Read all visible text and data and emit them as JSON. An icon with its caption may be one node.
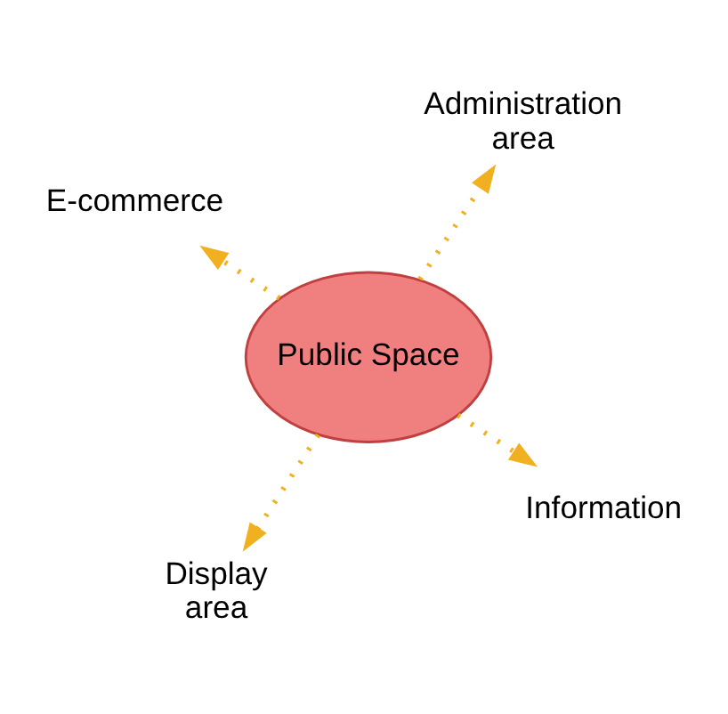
{
  "diagram": {
    "nodes": [
      {
        "text": [
          "Public Space"
        ]
      },
      {
        "text": [
          "Information"
        ]
      },
      {
        "text": [
          "Display area"
        ]
      },
      {
        "text": [
          "E-commerce"
        ]
      },
      {
        "text": [
          "Administration area"
        ]
      }
    ],
    "edges": [
      {
        "from": 0,
        "to": 1,
        "arrow": "to",
        "style": "dashed"
      },
      {
        "from": 0,
        "to": 2,
        "arrow": "to",
        "style": "dashed"
      },
      {
        "from": 0,
        "to": 3,
        "arrow": "to",
        "style": "dashed"
      },
      {
        "from": 0,
        "to": 4,
        "arrow": "to",
        "style": "dashed"
      }
    ]
  }
}
